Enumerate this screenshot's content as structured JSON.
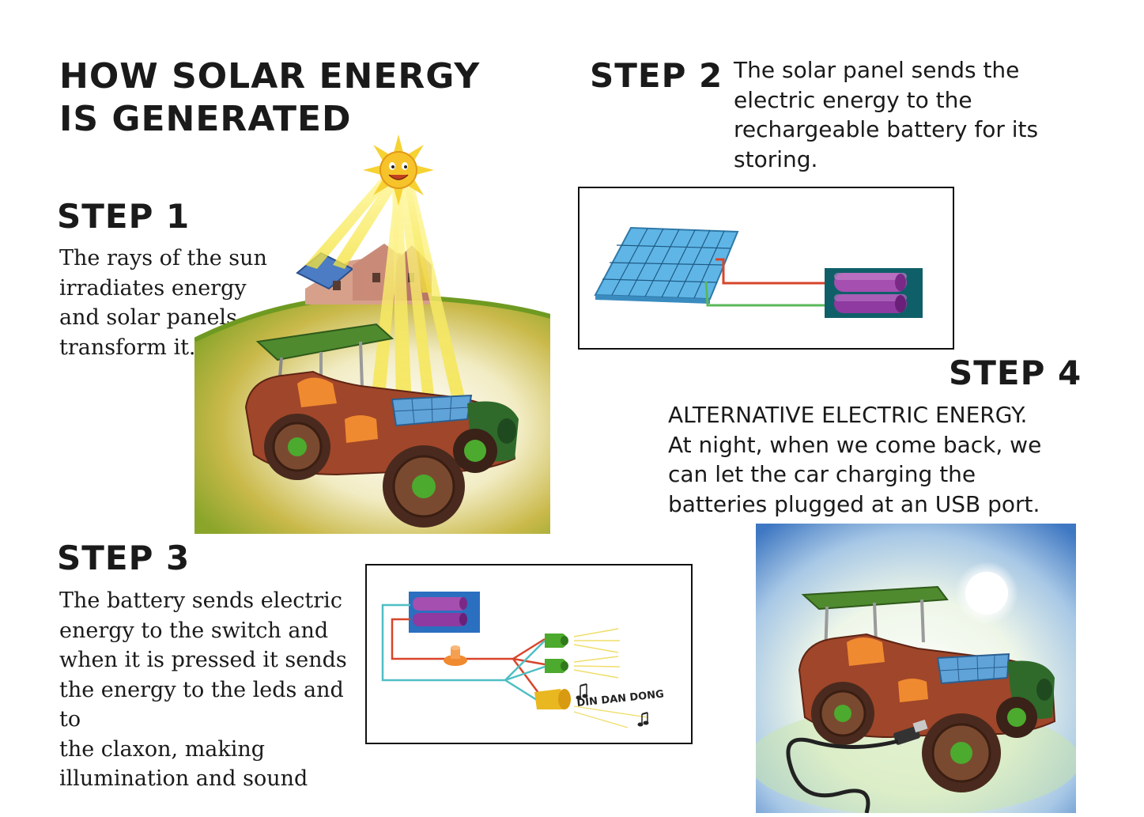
{
  "title": {
    "line1": "HOW SOLAR ENERGY",
    "line2": "IS GENERATED"
  },
  "step1": {
    "heading": "STEP 1",
    "lines": [
      "The rays of the sun",
      "irradiates energy",
      "and solar panels",
      "transform it."
    ]
  },
  "step2": {
    "heading": "STEP 2",
    "lines": [
      "The solar panel sends the",
      "electric energy to the",
      "rechargeable battery for its",
      "storing."
    ]
  },
  "step3": {
    "heading": "STEP 3",
    "lines": [
      "The battery sends electric",
      "energy to the switch and",
      "when it is pressed it sends",
      "the energy to the leds and to",
      "the claxon, making",
      "illumination and sound"
    ],
    "sound_text": "DIN DAN DONG"
  },
  "step4": {
    "heading": "STEP 4",
    "lines": [
      "ALTERNATIVE ELECTRIC ENERGY.",
      "At night, when we come back, we",
      "can let the car charging the",
      "batteries plugged at an USB port."
    ]
  },
  "icons": {
    "sun": "smiling-sun-icon",
    "moon": "moon-icon",
    "music": "music-note-icon",
    "solar_panel": "solar-panel-icon",
    "battery": "battery-icon",
    "led": "led-icon",
    "switch": "switch-icon",
    "horn": "horn-icon"
  },
  "colors": {
    "wire_red": "#d8452b",
    "wire_green": "#5bb85a",
    "wire_cyan": "#4fbfc4",
    "panel_blue": "#5fb6e6",
    "battery_purple": "#9a3fa6",
    "battery_bg": "#0f5f68",
    "battery_box_blue": "#2b6fc0",
    "led_green": "#4caa2e",
    "horn_yellow": "#e9b820",
    "switch_orange": "#f08a30",
    "car_red": "#a0462a",
    "roof_green": "#4f8a2f",
    "hill_green": "#7da52a",
    "night_blue": "#3e77c2"
  }
}
